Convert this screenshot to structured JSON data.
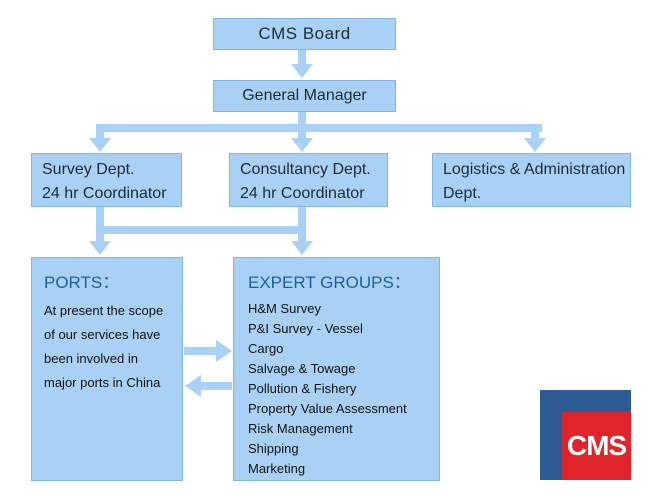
{
  "board": {
    "label": "CMS Board"
  },
  "gm": {
    "label": "General Manager"
  },
  "departments": [
    {
      "line1": "Survey Dept.",
      "line2": "24 hr Coordinator"
    },
    {
      "line1": "Consultancy Dept.",
      "line2": "24 hr Coordinator"
    },
    {
      "line1": "Logistics & Administration",
      "line2": "Dept."
    }
  ],
  "ports": {
    "title": "PORTS：",
    "lines": [
      "At present the scope",
      "of our services have",
      "been involved in",
      "major ports in China"
    ]
  },
  "experts": {
    "title": "EXPERT GROUPS：",
    "items": [
      "H&M Survey",
      "P&I Survey - Vessel",
      "Cargo",
      "Salvage & Towage",
      "Pollution & Fishery",
      "Property Value Assessment",
      "Risk Management",
      "Shipping",
      "Marketing"
    ]
  },
  "logo": {
    "text": "CMS"
  },
  "colors": {
    "box_fill": "#a8d1f5",
    "box_border": "#7fb6e6",
    "arrow": "#a8d1f5",
    "heading": "#1f5f9e",
    "logo_blue": "#2f5b94",
    "logo_red": "#e0242b"
  }
}
